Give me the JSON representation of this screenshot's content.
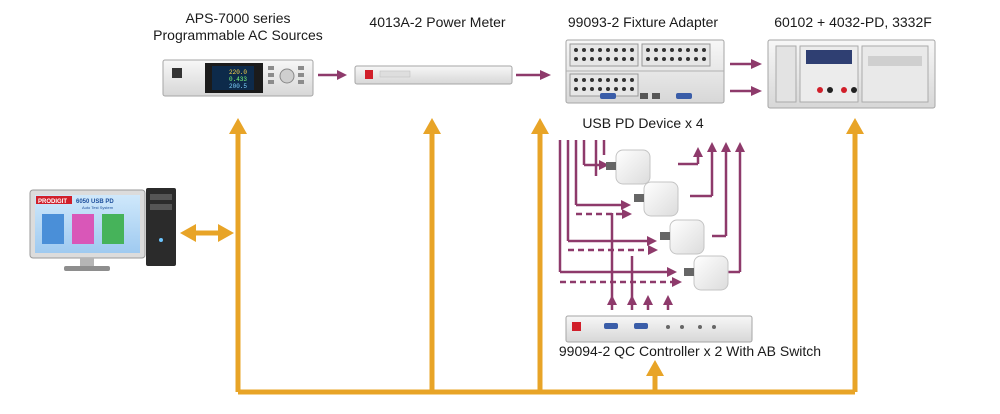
{
  "labels": {
    "ac_source_line1": "APS-7000 series",
    "ac_source_line2": "Programmable AC Sources",
    "power_meter": "4013A-2 Power Meter",
    "fixture_adapter": "99093-2 Fixture Adapter",
    "loads": "60102 + 4032-PD, 3332F",
    "pd_devices": "USB PD Device x 4",
    "qc_controller": "99094-2 QC Controller x 2 With AB Switch"
  },
  "software_screen": {
    "brand": "PRODIGIT",
    "title": "6050 USB PD",
    "subtitle": "Auto Test System"
  },
  "ac_source_display": {
    "v": "220.0",
    "a": "0.433",
    "w": "200.5"
  },
  "colors": {
    "control_bus": "#E8A427",
    "power_link": "#8E3A6B",
    "background": "#ffffff"
  }
}
